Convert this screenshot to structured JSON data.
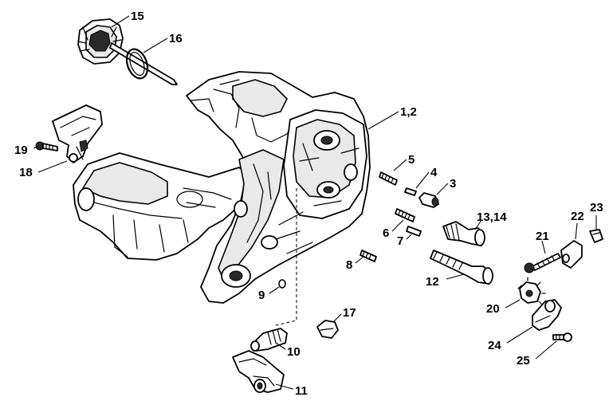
{
  "diagram": {
    "labels": {
      "p1_2": "1,2",
      "p3": "3",
      "p4": "4",
      "p5": "5",
      "p6": "6",
      "p7": "7",
      "p8": "8",
      "p9": "9",
      "p10": "10",
      "p11": "11",
      "p12": "12",
      "p13_14": "13,14",
      "p15": "15",
      "p16": "16",
      "p17": "17",
      "p18": "18",
      "p19": "19",
      "p20": "20",
      "p21": "21",
      "p22": "22",
      "p23": "23",
      "p24": "24",
      "p25": "25"
    }
  }
}
